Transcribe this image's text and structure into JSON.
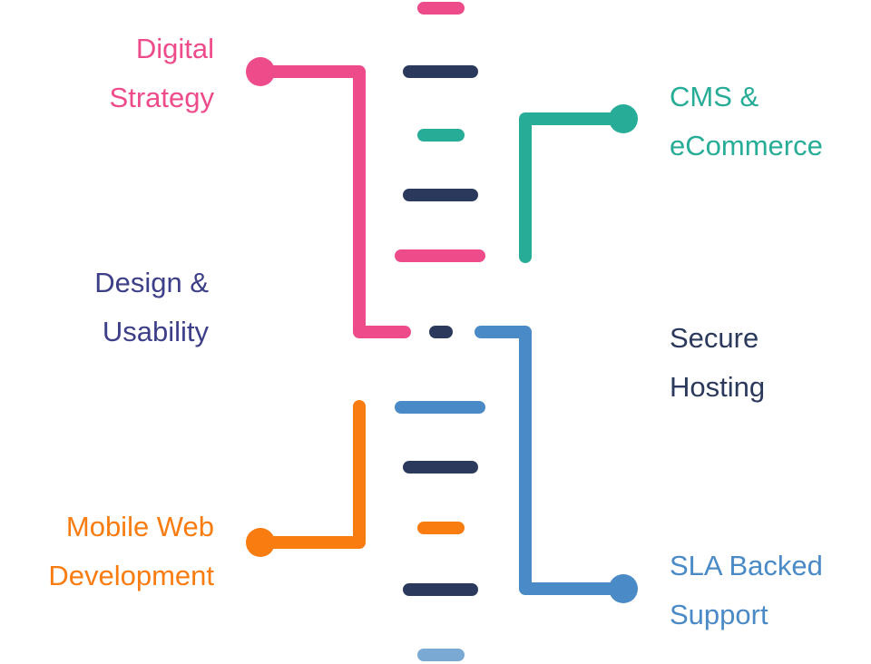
{
  "colors": {
    "pink": "#ee4b8b",
    "teal": "#27ad97",
    "navy": "#2b3a5c",
    "orange": "#f97c10",
    "blue": "#4a8ac6",
    "light_blue": "#7aa9d4",
    "indigo": "#3d3f88"
  },
  "labels": {
    "digital_strategy": {
      "line1": "Digital",
      "line2": "Strategy"
    },
    "cms": {
      "line1": "CMS &",
      "line2": "eCommerce"
    },
    "design": {
      "line1": "Design &",
      "line2": "Usability"
    },
    "hosting": {
      "line1": "Secure",
      "line2": "Hosting"
    },
    "mobile": {
      "line1": "Mobile Web",
      "line2": "Development"
    },
    "sla": {
      "line1": "SLA Backed",
      "line2": "Support"
    }
  }
}
